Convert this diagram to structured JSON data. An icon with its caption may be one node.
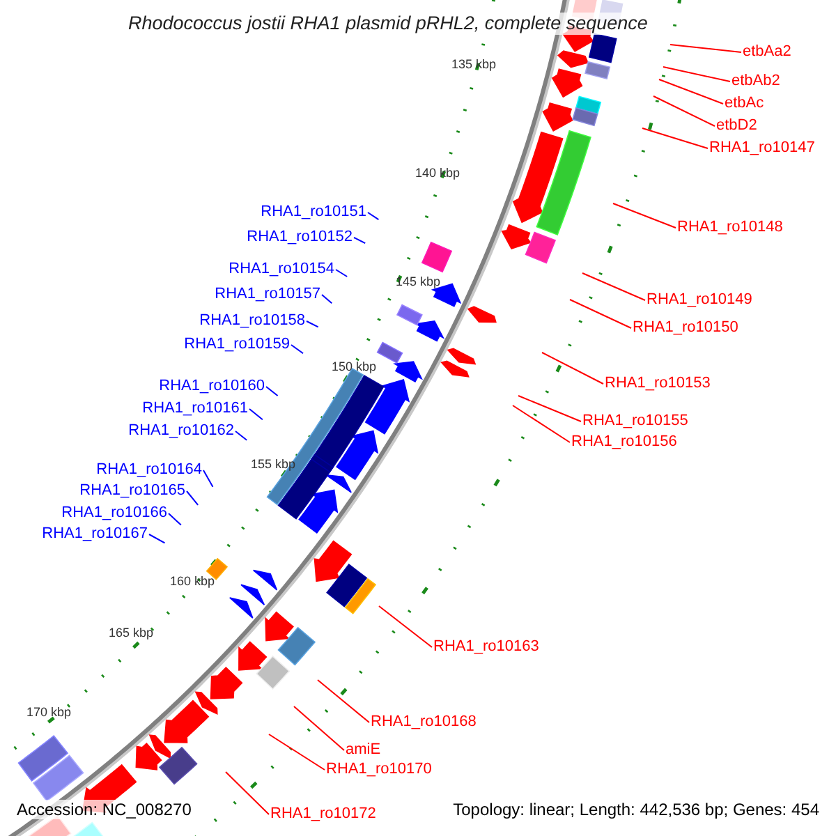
{
  "diagram": {
    "title": "Rhodococcus jostii RHA1 plasmid pRHL2, complete sequence",
    "nodes": [
      {
        "text": [
          "etbAa2"
        ]
      },
      {
        "text": [
          "etbAb2"
        ]
      },
      {
        "text": [
          "etbAc"
        ]
      },
      {
        "text": [
          "etbD2"
        ]
      },
      {
        "text": [
          "RHA1_ro10147"
        ]
      },
      {
        "text": [
          "RHA1_ro10148"
        ]
      },
      {
        "text": [
          "RHA1_ro10149"
        ]
      },
      {
        "text": [
          "RHA1_ro10150"
        ]
      },
      {
        "text": [
          "RHA1_ro10153"
        ]
      },
      {
        "text": [
          "RHA1_ro10155"
        ]
      },
      {
        "text": [
          "RHA1_ro10156"
        ]
      },
      {
        "text": [
          "RHA1_ro10163"
        ]
      },
      {
        "text": [
          "RHA1_ro10168"
        ]
      },
      {
        "text": [
          "amiE"
        ]
      },
      {
        "text": [
          "RHA1_ro10170"
        ]
      },
      {
        "text": [
          "RHA1_ro10172"
        ]
      },
      {
        "text": [
          "RHA1_ro10151"
        ]
      },
      {
        "text": [
          "RHA1_ro10152"
        ]
      },
      {
        "text": [
          "RHA1_ro10154"
        ]
      },
      {
        "text": [
          "RHA1_ro10157"
        ]
      },
      {
        "text": [
          "RHA1_ro10158"
        ]
      },
      {
        "text": [
          "RHA1_ro10159"
        ]
      },
      {
        "text": [
          "RHA1_ro10160"
        ]
      },
      {
        "text": [
          "RHA1_ro10161"
        ]
      },
      {
        "text": [
          "RHA1_ro10162"
        ]
      },
      {
        "text": [
          "RHA1_ro10164"
        ]
      },
      {
        "text": [
          "RHA1_ro10165"
        ]
      },
      {
        "text": [
          "RHA1_ro10166"
        ]
      },
      {
        "text": [
          "RHA1_ro10167"
        ]
      }
    ],
    "edges": [
      {
        "from": 0,
        "to": null,
        "arrow": "none"
      },
      {
        "from": 1,
        "to": null,
        "arrow": "none"
      },
      {
        "from": 2,
        "to": null,
        "arrow": "none"
      },
      {
        "from": 3,
        "to": null,
        "arrow": "none"
      },
      {
        "from": 4,
        "to": null,
        "arrow": "none"
      },
      {
        "from": 5,
        "to": null,
        "arrow": "none"
      },
      {
        "from": 6,
        "to": null,
        "arrow": "none"
      },
      {
        "from": 7,
        "to": null,
        "arrow": "none"
      },
      {
        "from": 8,
        "to": null,
        "arrow": "none"
      },
      {
        "from": 9,
        "to": null,
        "arrow": "none"
      },
      {
        "from": 10,
        "to": null,
        "arrow": "none"
      },
      {
        "from": 11,
        "to": null,
        "arrow": "none"
      },
      {
        "from": 12,
        "to": null,
        "arrow": "none"
      },
      {
        "from": 13,
        "to": null,
        "arrow": "none"
      },
      {
        "from": 14,
        "to": null,
        "arrow": "none"
      },
      {
        "from": 15,
        "to": null,
        "arrow": "none"
      },
      {
        "from": 16,
        "to": null,
        "arrow": "none",
        "color": "#0000ff"
      },
      {
        "from": 17,
        "to": null,
        "arrow": "none",
        "color": "#0000ff"
      },
      {
        "from": 18,
        "to": null,
        "arrow": "none",
        "color": "#0000ff"
      },
      {
        "from": 19,
        "to": null,
        "arrow": "none",
        "color": "#0000ff"
      },
      {
        "from": 20,
        "to": null,
        "arrow": "none",
        "color": "#0000ff"
      },
      {
        "from": 21,
        "to": null,
        "arrow": "none",
        "color": "#0000ff"
      },
      {
        "from": 22,
        "to": null,
        "arrow": "none",
        "color": "#0000ff"
      },
      {
        "from": 23,
        "to": null,
        "arrow": "none",
        "color": "#0000ff"
      },
      {
        "from": 24,
        "to": null,
        "arrow": "none",
        "color": "#0000ff"
      },
      {
        "from": 25,
        "to": null,
        "arrow": "none",
        "color": "#0000ff"
      },
      {
        "from": 26,
        "to": null,
        "arrow": "none",
        "color": "#0000ff"
      },
      {
        "from": 27,
        "to": null,
        "arrow": "none",
        "color": "#0000ff"
      },
      {
        "from": 28,
        "to": null,
        "arrow": "none",
        "color": "#0000ff"
      }
    ],
    "labels": [
      "135 kbp",
      "140 kbp",
      "145 kbp",
      "150 kbp",
      "155 kbp",
      "160 kbp",
      "165 kbp",
      "170 kbp",
      "Accession: NC_008270",
      "Topology: linear; Length: 442,536 bp; Genes: 454"
    ]
  }
}
